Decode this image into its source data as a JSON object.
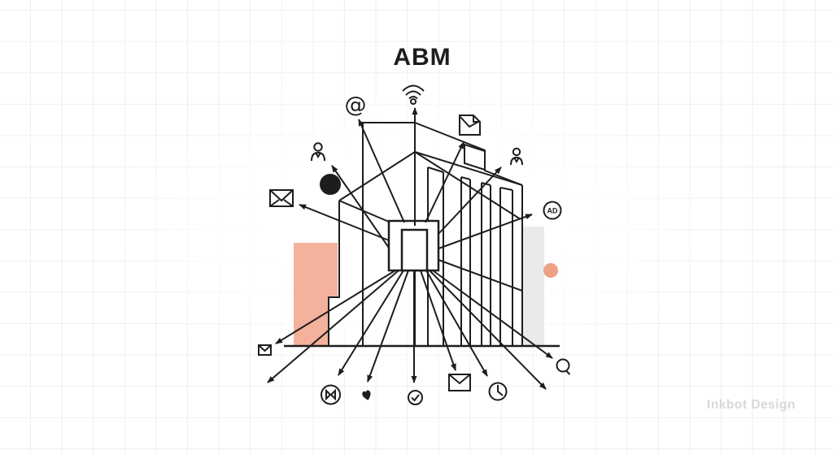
{
  "title": "ABM",
  "watermark": "Inkbot Design",
  "badges": {
    "ad": "AD"
  },
  "colors": {
    "ink": "#1d1d1d",
    "salmon": "#f4b19c",
    "peach": "#f0a184",
    "gray_block": "#e8eaeb",
    "watermark": "#d7d8d9",
    "grid": "#eeeeef",
    "background": "#ffffff",
    "black_dot": "#111111"
  },
  "icons": {
    "top": [
      "at-icon",
      "wifi-icon",
      "mail-open-icon",
      "user-icon-right"
    ],
    "left": [
      "user-icon-left",
      "black-dot",
      "envelope-icon-left"
    ],
    "right": [
      "ad-badge",
      "peach-dot"
    ],
    "bottom": [
      "envelope-icon-ground",
      "bowtie-badge-icon",
      "heart-icon",
      "check-badge-icon",
      "envelope-icon-bottom",
      "clock-icon",
      "magnifier-icon"
    ]
  }
}
